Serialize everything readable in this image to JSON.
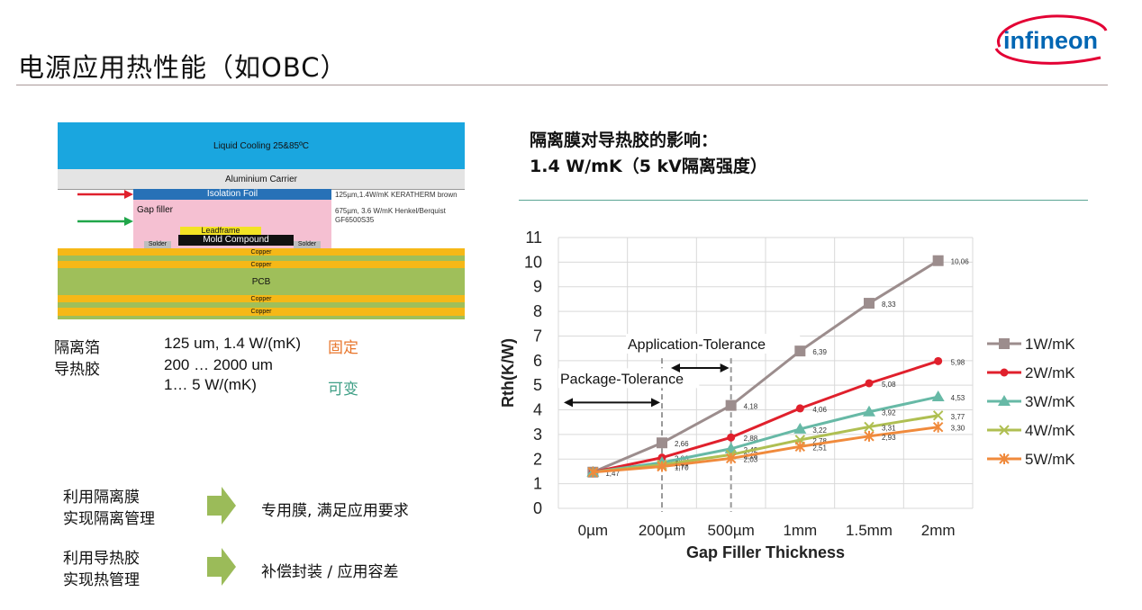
{
  "header": {
    "title": "电源应用热性能（如OBC）",
    "logo_text": "infineon"
  },
  "stack": {
    "cooling": "Liquid Cooling 25&85ºC",
    "carrier": "Aluminium Carrier",
    "foil": "Isolation Foil",
    "foil_note": "125µm,1.4W/mK KERATHERM brown",
    "gap": "Gap filler",
    "gap_note_1": "675µm, 3.6 W/mK Henkel/Berquist",
    "gap_note_2": "GF6500S35",
    "leadframe": "Leadframe",
    "mold": "Mold Compound",
    "solder": "Solder",
    "copper": "Copper",
    "pcb": "PCB"
  },
  "specs": {
    "label_1": "隔离箔",
    "label_2": "导热胶",
    "value_1": "125 um, 1.4 W/(mK)",
    "value_2": "200 … 2000 um",
    "value_3": "1… 5 W/(mK)",
    "tag_fixed": "固定",
    "tag_variable": "可变",
    "tag_fixed_color": "#e8772e",
    "tag_variable_color": "#3f9f86"
  },
  "bottom_rows": [
    {
      "label_1": "利用隔离膜",
      "label_2": "实现隔离管理",
      "text": "专用膜, 满足应用要求"
    },
    {
      "label_1": "利用导热胶",
      "label_2": "实现热管理",
      "text": "补偿封装 / 应用容差"
    }
  ],
  "chart_heading": {
    "line_1": "隔离膜对导热胶的影响：",
    "line_2": "1.4 W/mK（5 kV隔离强度）"
  },
  "colors": {
    "arrow_red": "#e0202c",
    "arrow_green": "#20a64a",
    "chevron_green": "#9bbb59",
    "logo_red": "#e30034",
    "logo_blue": "#0066b3"
  },
  "chart_data": {
    "type": "line",
    "xlabel": "Gap Filler Thickness",
    "ylabel": "Rth(K/W)",
    "categories": [
      "0µm",
      "200µm",
      "500µm",
      "1mm",
      "1.5mm",
      "2mm"
    ],
    "ylim": [
      0,
      11
    ],
    "yticks": [
      "0",
      "1",
      "2",
      "3",
      "4",
      "5",
      "6",
      "7",
      "8",
      "9",
      "10",
      "11"
    ],
    "grid": true,
    "legend_position": "right",
    "series": [
      {
        "name": "1W/mK",
        "color": "#9c8d8d",
        "marker": "square",
        "values": [
          1.47,
          2.66,
          4.18,
          6.39,
          8.33,
          10.06
        ],
        "labels": [
          "1,47",
          "2,66",
          "4,18",
          "6,39",
          "8,33",
          "10,06"
        ]
      },
      {
        "name": "2W/mK",
        "color": "#e0202c",
        "marker": "circle",
        "values": [
          1.47,
          2.06,
          2.88,
          4.06,
          5.08,
          5.98
        ],
        "labels": [
          "",
          "2,06",
          "2,88",
          "4,06",
          "5,08",
          "5,98"
        ]
      },
      {
        "name": "3W/mK",
        "color": "#67b9a6",
        "marker": "triangle",
        "values": [
          1.47,
          1.86,
          2.42,
          3.22,
          3.92,
          4.53
        ],
        "labels": [
          "",
          "1,86",
          "2,42",
          "3,22",
          "3,92",
          "4,53"
        ]
      },
      {
        "name": "4W/mK",
        "color": "#afbf52",
        "marker": "x",
        "values": [
          1.47,
          1.77,
          2.18,
          2.78,
          3.31,
          3.77
        ],
        "labels": [
          "",
          "1,77",
          "2,18",
          "2,78",
          "3,31",
          "3,77"
        ]
      },
      {
        "name": "5W/mK",
        "color": "#f08a3c",
        "marker": "star",
        "values": [
          1.47,
          1.7,
          2.03,
          2.51,
          2.93,
          3.3
        ],
        "labels": [
          "",
          "1,70",
          "2,03",
          "2,51",
          "2,93",
          "3,30"
        ]
      }
    ],
    "annotations": [
      {
        "text": "Package-Tolerance",
        "from_index": 0,
        "to_index": 1,
        "y": 4.3
      },
      {
        "text": "Application-Tolerance",
        "from_index": 1,
        "to_index": 2,
        "y": 5.7
      }
    ]
  }
}
